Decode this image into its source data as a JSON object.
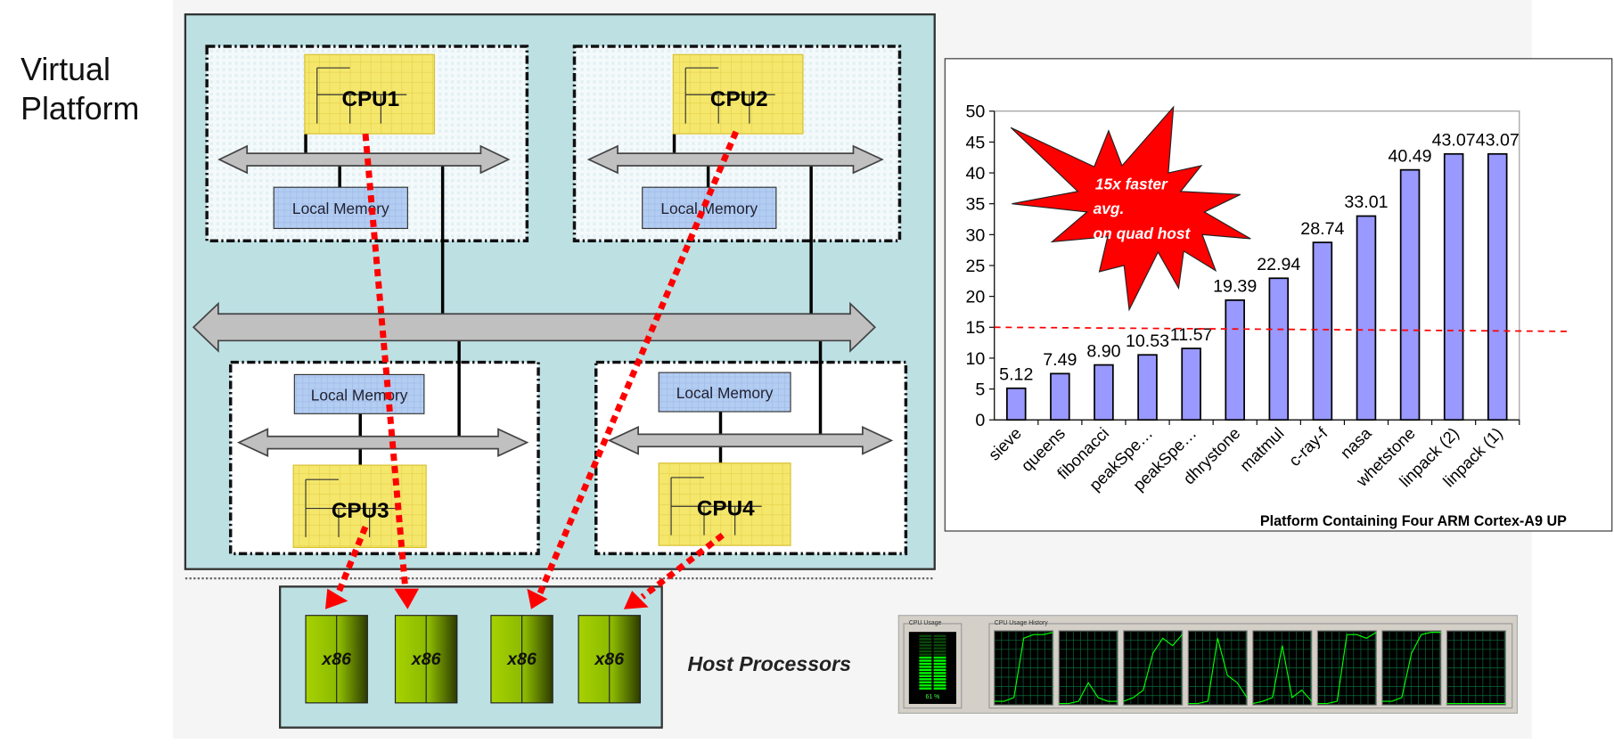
{
  "diagram": {
    "platform_label_line1": "Virtual",
    "platform_label_line2": "Platform",
    "cpus": [
      "CPU1",
      "CPU2",
      "CPU3",
      "CPU4"
    ],
    "local_memory_label": "Local Memory",
    "host_chip_label": "x86",
    "host_processors_label": "Host Processors",
    "colors": {
      "platform_bg": "#bde0e3",
      "cpu_fill": "#f2e46a",
      "memory_fill": "#a9c4ec",
      "host_chip": "#8ab800",
      "mapping_arrow": "#ff0000"
    }
  },
  "chart_data": {
    "type": "bar",
    "title": "Platform Containing Four ARM Cortex-A9 UP",
    "categories": [
      "sieve",
      "queens",
      "fibonacci",
      "peakSpe…",
      "peakSpe…",
      "dhrystone",
      "matmul",
      "c-ray-f",
      "nasa",
      "whetstone",
      "linpack (2)",
      "linpack (1)"
    ],
    "values": [
      5.12,
      7.49,
      8.9,
      10.53,
      11.57,
      19.39,
      22.94,
      28.74,
      33.01,
      40.49,
      43.07,
      43.07
    ],
    "data_labels": [
      "5.12",
      "7.49",
      "8.90",
      "10.53",
      "11.57",
      "19.39",
      "22.94",
      "28.74",
      "33.01",
      "40.49",
      "43.07",
      "43.07"
    ],
    "yticks": [
      "0",
      "5",
      "10",
      "15",
      "20",
      "25",
      "30",
      "35",
      "40",
      "45",
      "50"
    ],
    "ylim": [
      0,
      50
    ],
    "reference_line": 15,
    "bar_color": "#9999ff",
    "reference_color": "#ff0000",
    "callout": {
      "line1": "15x faster",
      "line2": "avg.",
      "line3": "on quad host"
    }
  },
  "task_manager": {
    "usage_title": "CPU Usage",
    "history_title": "CPU Usage History",
    "usage_value": "61 %",
    "usage_fraction": 0.61,
    "panes": 8
  }
}
